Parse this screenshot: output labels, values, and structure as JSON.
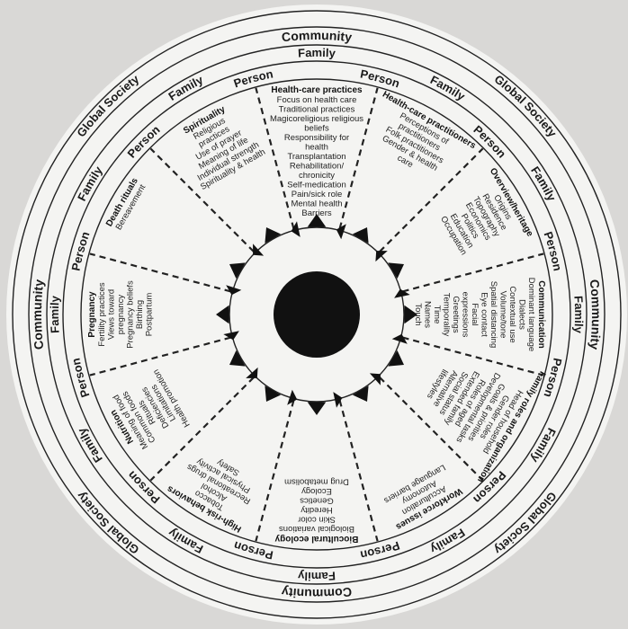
{
  "rings": {
    "global": [
      "Global Society",
      "Global Society",
      "Global Society",
      "Global Society"
    ],
    "community": [
      "Community",
      "Community",
      "Community",
      "Community"
    ],
    "family": [
      "Family",
      "Family",
      "Family",
      "Family",
      "Family",
      "Family",
      "Family",
      "Family",
      "Family",
      "Family",
      "Family",
      "Family"
    ],
    "person": [
      "Person",
      "Person",
      "Person",
      "Person",
      "Person",
      "Person",
      "Person",
      "Person",
      "Person",
      "Person",
      "Person",
      "Person"
    ]
  },
  "domains": [
    {
      "title": "Health-care practices",
      "items": [
        "Focus on health care",
        "Traditional practices",
        "Magicoreligious religious",
        "beliefs",
        "Responsibility for",
        "health",
        "Transplantation",
        "Rehabilitation/",
        "chronicity",
        "Self-medication",
        "Pain/sick role",
        "Mental health",
        "Barriers"
      ]
    },
    {
      "title": "Health-care practitioners",
      "items": [
        "Perceptions of",
        "practitioners",
        "Folk practitioners",
        "Gender & health",
        "care"
      ]
    },
    {
      "title": "Overview/heritage",
      "items": [
        "Origins",
        "Residence",
        "Topography",
        "Economics",
        "Politics",
        "Education",
        "Occupation"
      ]
    },
    {
      "title": "Communication",
      "items": [
        "Dominant language",
        "Dialects",
        "Contextual use",
        "Volume/tone",
        "Spatial distancing",
        "Eye contact",
        "Facial",
        "expressions",
        "Greetings",
        "Temporality",
        "Time",
        "Names",
        "Touch"
      ]
    },
    {
      "title": "Family roles and organization",
      "items": [
        "Head of household",
        "Gender roles",
        "Goals & priorities",
        "Developmental tasks",
        "Roles of aged",
        "Extended family",
        "Social status",
        "Alternative",
        "lifestyles"
      ]
    },
    {
      "title": "Workforce issues",
      "items": [
        "Acculturation",
        "Autonomy",
        "Language barriers"
      ]
    },
    {
      "title": "Biocultural ecology",
      "items": [
        "Biological variations",
        "Skin color",
        "Heredity",
        "Genetics",
        "Ecology",
        "Drug metabolism"
      ]
    },
    {
      "title": "High-risk behaviors",
      "items": [
        "Tobacco",
        "Alcohol",
        "Recreational drugs",
        "Physical activity",
        "Safety"
      ]
    },
    {
      "title": "Nutrition",
      "items": [
        "Meaning of food",
        "Common foods",
        "Rituals",
        "Deficiencies",
        "Limitations",
        "Health promotion"
      ]
    },
    {
      "title": "Pregnancy",
      "items": [
        "Fertility practices",
        "Views toward",
        "pregnancy",
        "Pregnancy beliefs",
        "Birthing",
        "Postpartum"
      ]
    },
    {
      "title": "Death rituals",
      "items": [
        "Bereavement"
      ]
    },
    {
      "title": "Spirituality",
      "items": [
        "Religious",
        "practices",
        "Use of prayer",
        "Meaning of life",
        "Individual strength",
        "Spirituality & health"
      ]
    }
  ]
}
